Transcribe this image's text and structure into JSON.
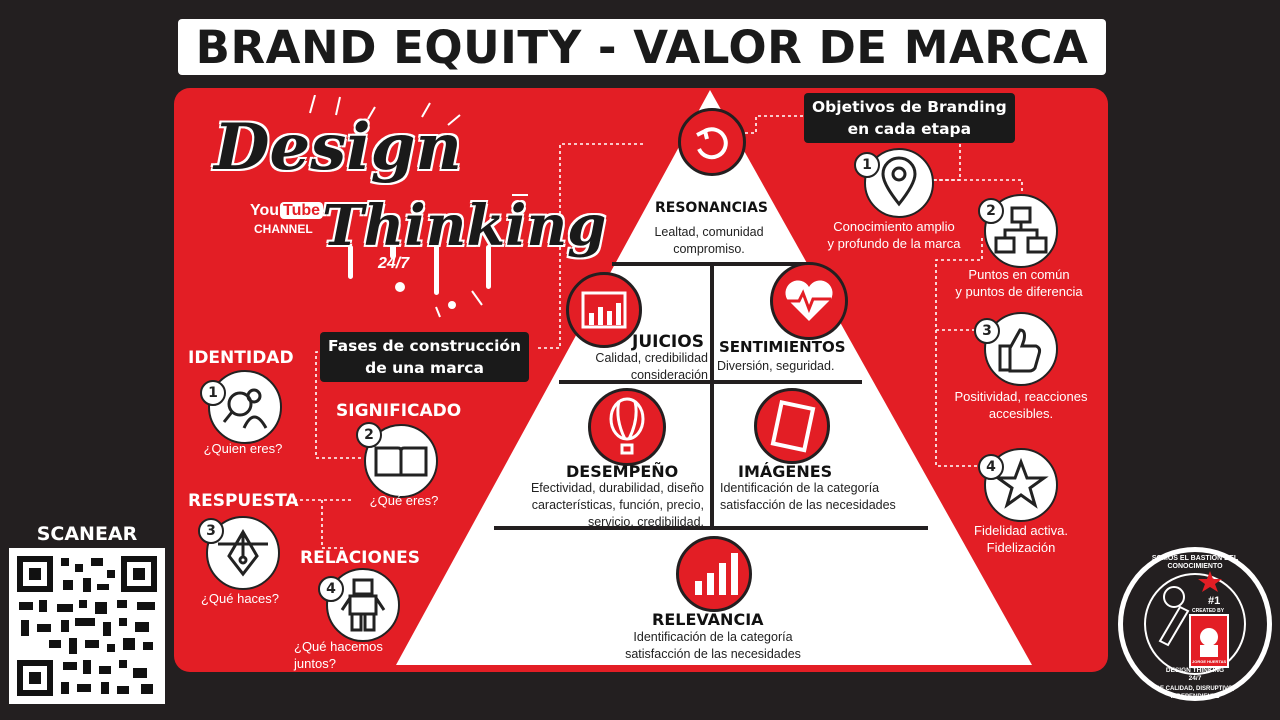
{
  "title": "BRAND EQUITY - VALOR DE MARCA",
  "logo": {
    "line1": "Design",
    "line2": "Thinking",
    "youtube_pre": "You",
    "youtube_box": "Tube",
    "channel": "CHANNEL",
    "tag": "24/7"
  },
  "left_label": {
    "line1": "Fases de construcción",
    "line2": "de una marca"
  },
  "right_label": {
    "line1": "Objetivos de Branding",
    "line2": "en cada etapa"
  },
  "phases": [
    {
      "num": "1",
      "title": "IDENTIDAD",
      "question": "¿Quien eres?",
      "icon": "identity-magnifier-icon"
    },
    {
      "num": "2",
      "title": "SIGNIFICADO",
      "question": "¿Qué eres?",
      "icon": "open-book-icon"
    },
    {
      "num": "3",
      "title": "RESPUESTA",
      "question": "¿Qué haces?",
      "icon": "pen-tool-icon"
    },
    {
      "num": "4",
      "title": "RELACIONES",
      "question_l1": "¿Qué hacemos",
      "question_l2": "juntos?",
      "icon": "lego-figure-icon"
    }
  ],
  "pyramid": {
    "resonancias": {
      "title": "RESONANCIAS",
      "l1": "Lealtad, comunidad",
      "l2": "compromiso."
    },
    "juicios": {
      "title": "JUICIOS",
      "l1": "Calidad, credibilidad",
      "l2": "consideración"
    },
    "sentimientos": {
      "title": "SENTIMIENTOS",
      "l1": "Diversión, seguridad."
    },
    "desempeno": {
      "title": "DESEMPEÑO",
      "l1": "Efectividad, durabilidad, diseño",
      "l2": "características, función, precio,",
      "l3": "servicio, credibilidad."
    },
    "imagenes": {
      "title": "IMÁGENES",
      "l1": "Identificación de la categoría",
      "l2": "satisfacción de las necesidades"
    },
    "relevancia": {
      "title": "RELEVANCIA",
      "l1": "Identificación de la categoría",
      "l2": "satisfacción de las necesidades"
    }
  },
  "objectives": [
    {
      "num": "1",
      "l1": "Conocimiento amplio",
      "l2": "y profundo de la marca",
      "icon": "location-pin-icon"
    },
    {
      "num": "2",
      "l1": "Puntos en común",
      "l2": "y puntos de diferencia",
      "icon": "hierarchy-icon"
    },
    {
      "num": "3",
      "l1": "Positividad, reacciones",
      "l2": "accesibles.",
      "icon": "thumbs-up-icon"
    },
    {
      "num": "4",
      "l1": "Fidelidad activa.",
      "l2": "Fidelización",
      "icon": "star-icon"
    }
  ],
  "scan_label": "SCANEAR",
  "badge": {
    "top_text": "SOMOS EL BASTIÓN DEL CONOCIMIENTO",
    "bottom_text": "DE CALIDAD, DISRUPTIVO, INDEPENDIENTE",
    "created_by": "CREATED BY",
    "author": "JORGE HUERTAS",
    "brand": "DESIGN THINKING",
    "brand_tag": "24/7",
    "rank": "#1"
  }
}
